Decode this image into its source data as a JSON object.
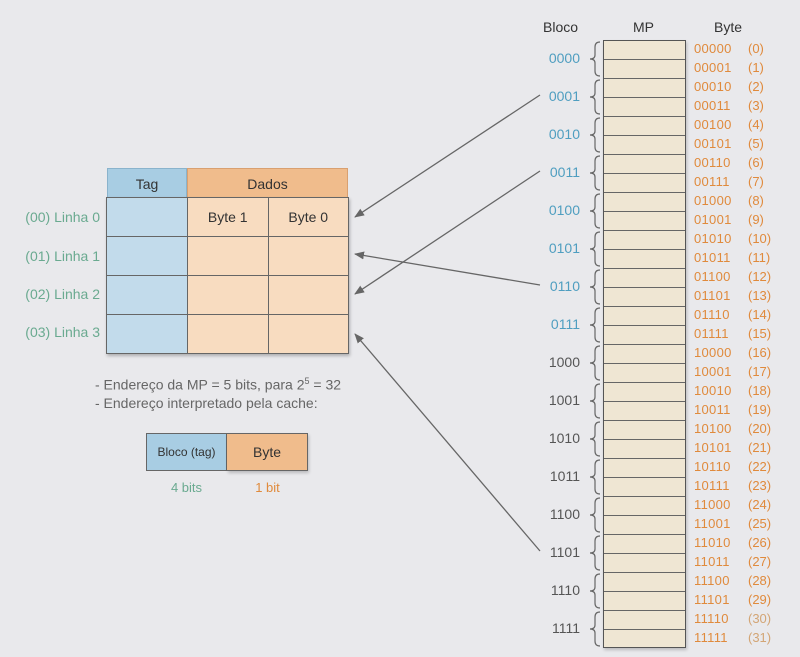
{
  "cache": {
    "header_tag": "Tag",
    "header_data": "Dados",
    "col_byte1": "Byte 1",
    "col_byte0": "Byte 0",
    "lines": [
      "(00) Linha 0",
      "(01) Linha 1",
      "(02) Linha 2",
      "(03) Linha 3"
    ]
  },
  "notes": {
    "line1_prefix": "- Endereço da MP = 5 bits, para 2",
    "line1_exp": "5",
    "line1_suffix": " = 32",
    "line2": "- Endereço interpretado pela cache:"
  },
  "address_format": {
    "block_label": "Bloco (tag)",
    "byte_label": "Byte",
    "block_bits": "4 bits",
    "byte_bits": "1 bit"
  },
  "memory": {
    "header_block": "Bloco",
    "header_mp": "MP",
    "header_byte": "Byte",
    "blocks": [
      "0000",
      "0001",
      "0010",
      "0011",
      "0100",
      "0101",
      "0110",
      "0111",
      "1000",
      "1001",
      "1010",
      "1011",
      "1100",
      "1101",
      "1110",
      "1111"
    ],
    "bytes": [
      {
        "bin": "00000",
        "idx": "(0)"
      },
      {
        "bin": "00001",
        "idx": "(1)"
      },
      {
        "bin": "00010",
        "idx": "(2)"
      },
      {
        "bin": "00011",
        "idx": "(3)"
      },
      {
        "bin": "00100",
        "idx": "(4)"
      },
      {
        "bin": "00101",
        "idx": "(5)"
      },
      {
        "bin": "00110",
        "idx": "(6)"
      },
      {
        "bin": "00111",
        "idx": "(7)"
      },
      {
        "bin": "01000",
        "idx": "(8)"
      },
      {
        "bin": "01001",
        "idx": "(9)"
      },
      {
        "bin": "01010",
        "idx": "(10)"
      },
      {
        "bin": "01011",
        "idx": "(11)"
      },
      {
        "bin": "01100",
        "idx": "(12)"
      },
      {
        "bin": "01101",
        "idx": "(13)"
      },
      {
        "bin": "01110",
        "idx": "(14)"
      },
      {
        "bin": "01111",
        "idx": "(15)"
      },
      {
        "bin": "10000",
        "idx": "(16)"
      },
      {
        "bin": "10001",
        "idx": "(17)"
      },
      {
        "bin": "10010",
        "idx": "(18)"
      },
      {
        "bin": "10011",
        "idx": "(19)"
      },
      {
        "bin": "10100",
        "idx": "(20)"
      },
      {
        "bin": "10101",
        "idx": "(21)"
      },
      {
        "bin": "10110",
        "idx": "(22)"
      },
      {
        "bin": "10111",
        "idx": "(23)"
      },
      {
        "bin": "11000",
        "idx": "(24)"
      },
      {
        "bin": "11001",
        "idx": "(25)"
      },
      {
        "bin": "11010",
        "idx": "(26)"
      },
      {
        "bin": "11011",
        "idx": "(27)"
      },
      {
        "bin": "11100",
        "idx": "(28)"
      },
      {
        "bin": "11101",
        "idx": "(29)"
      },
      {
        "bin": "11110",
        "idx": "(30)"
      },
      {
        "bin": "11111",
        "idx": "(31)"
      }
    ]
  },
  "mappings": [
    {
      "block": "0001",
      "line": 0
    },
    {
      "block": "0011",
      "line": 2
    },
    {
      "block": "0110",
      "line": 1
    },
    {
      "block": "1101",
      "line": 3
    }
  ],
  "colors": {
    "tag": "#a8cde3",
    "data": "#f0bc8c",
    "line_label": "#6aaa90",
    "block_label": "#4f9ec0",
    "byte_label": "#e08a3c",
    "arrow": "#666666"
  }
}
